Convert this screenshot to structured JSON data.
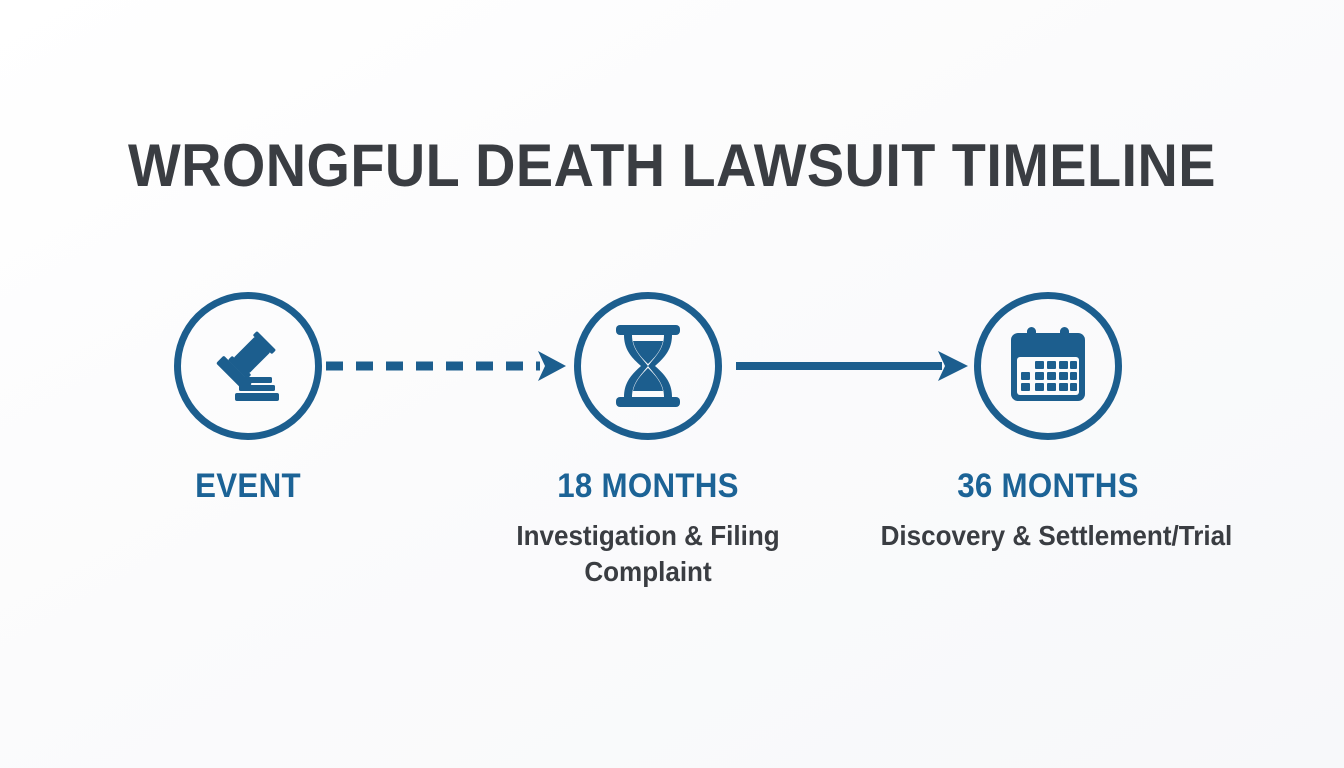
{
  "title": "WRONGFUL DEATH LAWSUIT TIMELINE",
  "colors": {
    "background": "#fbfbfc",
    "accent_blue": "#1c5e8e",
    "label_blue": "#1c6396",
    "text_dark": "#3a3d42"
  },
  "chart_data": {
    "type": "timeline",
    "title": "WRONGFUL DEATH LAWSUIT TIMELINE",
    "orientation": "horizontal",
    "stages": [
      {
        "icon": "gavel-icon",
        "headline": "EVENT",
        "description": "",
        "months": 0
      },
      {
        "icon": "hourglass-icon",
        "headline": "18 MONTHS",
        "description": "Investigation & Filing Complaint",
        "months": 18
      },
      {
        "icon": "calendar-icon",
        "headline": "36 MONTHS",
        "description": "Discovery & Settlement/Trial",
        "months": 36
      }
    ],
    "connectors": [
      {
        "from": "EVENT",
        "to": "18 MONTHS",
        "style": "dashed",
        "arrow": true
      },
      {
        "from": "18 MONTHS",
        "to": "36 MONTHS",
        "style": "solid",
        "arrow": true
      }
    ]
  },
  "stages": {
    "one": {
      "headline": "EVENT",
      "description": ""
    },
    "two": {
      "headline": "18 MONTHS",
      "description": "Investigation & Filing Complaint"
    },
    "three": {
      "headline": "36 MONTHS",
      "description": "Discovery & Settlement/Trial"
    }
  }
}
